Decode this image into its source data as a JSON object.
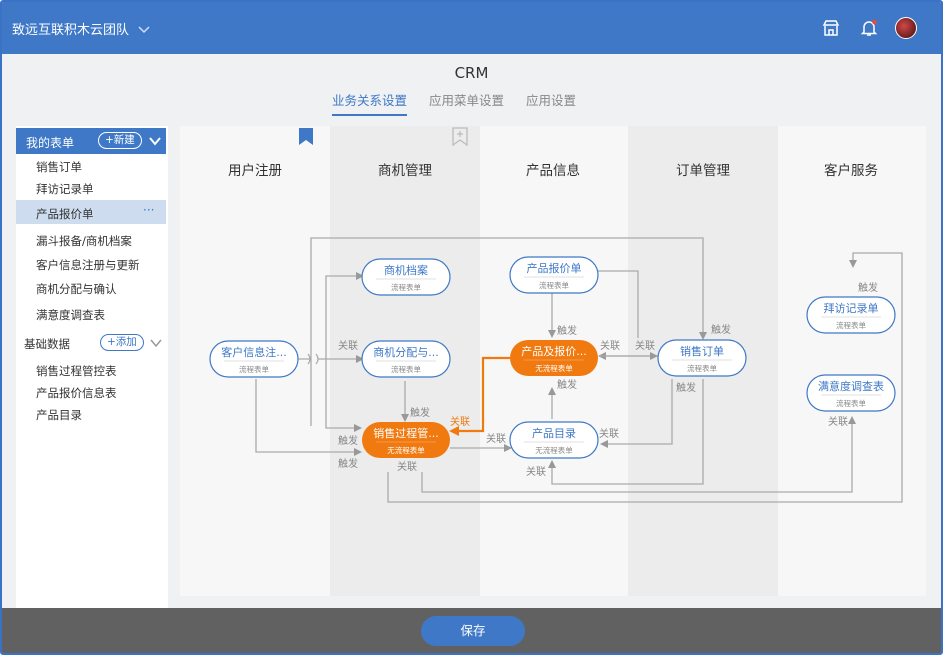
{
  "topbar": {
    "team_name": "致远互联积木云团队"
  },
  "app": {
    "title": "CRM"
  },
  "tabs": [
    {
      "label": "业务关系设置"
    },
    {
      "label": "应用菜单设置"
    },
    {
      "label": "应用设置"
    }
  ],
  "sidebar": {
    "my_forms_title": "我的表单",
    "new_label": "+新建",
    "items": [
      "销售订单",
      "拜访记录单",
      "产品报价单",
      "漏斗报备/商机档案",
      "客户信息注册与更新",
      "商机分配与确认",
      "满意度调查表"
    ],
    "base_data_title": "基础数据",
    "add_label": "+添加",
    "base_items": [
      "销售过程管控表",
      "产品报价信息表",
      "产品目录"
    ],
    "more_label": "···"
  },
  "lanes": [
    "用户注册",
    "商机管理",
    "产品信息",
    "订单管理",
    "客户服务"
  ],
  "nodes": {
    "customer_reg": {
      "title": "客户信息注...",
      "sub": "流程表单"
    },
    "opp_archive": {
      "title": "商机档案",
      "sub": "流程表单"
    },
    "opp_assign": {
      "title": "商机分配与...",
      "sub": "流程表单"
    },
    "sales_process": {
      "title": "销售过程管...",
      "sub": "无流程表单"
    },
    "quote_form": {
      "title": "产品报价单",
      "sub": "流程表单"
    },
    "product_quote": {
      "title": "产品及报价...",
      "sub": "无流程表单"
    },
    "product_catalog": {
      "title": "产品目录",
      "sub": "无流程表单"
    },
    "sales_order": {
      "title": "销售订单",
      "sub": "流程表单"
    },
    "visit_record": {
      "title": "拜访记录单",
      "sub": "流程表单"
    },
    "survey": {
      "title": "满意度调查表",
      "sub": "流程表单"
    }
  },
  "edge_labels": {
    "link": "关联",
    "trigger": "触发"
  },
  "footer": {
    "save_label": "保存"
  },
  "colors": {
    "primary": "#3e78c7",
    "accent": "#f07a10"
  }
}
